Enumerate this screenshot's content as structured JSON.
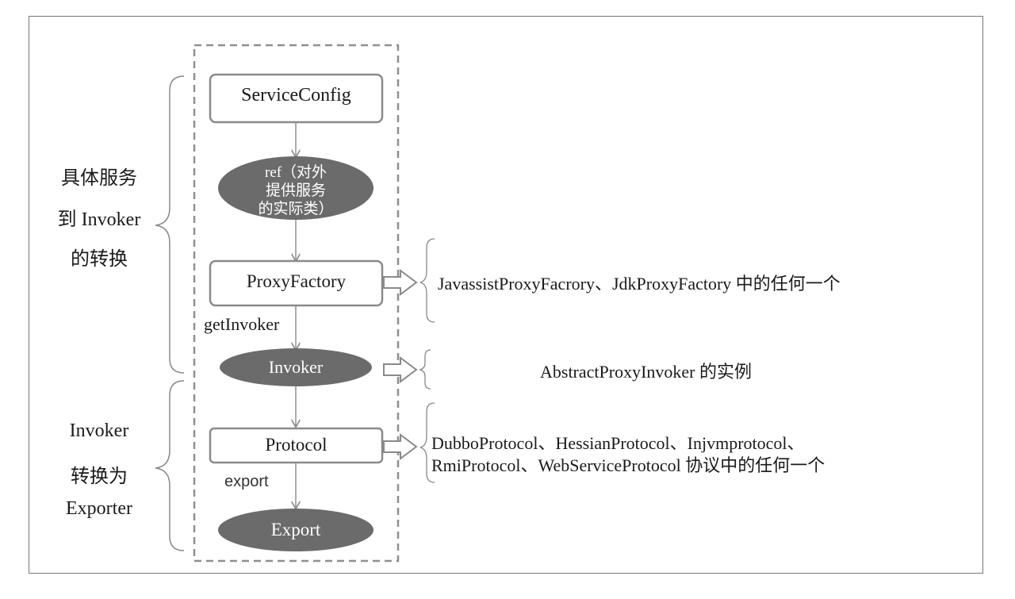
{
  "diagram": {
    "left_group": {
      "line1": "具体服务",
      "line2": "到 Invoker",
      "line3": "的转换"
    },
    "bottom_group": {
      "line1": "Invoker",
      "line2": "转换为",
      "line3": "Exporter"
    },
    "nodes": {
      "service_config": "ServiceConfig",
      "ref_line1": "ref（对外",
      "ref_line2": "提供服务",
      "ref_line3": "的实际类）",
      "proxy_factory": "ProxyFactory",
      "invoker": "Invoker",
      "protocol": "Protocol",
      "export": "Export"
    },
    "edge_labels": {
      "get_invoker": "getInvoker",
      "export": "export"
    },
    "notes": {
      "proxy_factory_note": "JavassistProxyFacrory、JdkProxyFactory 中的任何一个",
      "invoker_note": "AbstractProxyInvoker 的实例",
      "protocol_note_line1": "DubboProtocol、HessianProtocol、Injvmprotocol、",
      "protocol_note_line2": "RmiProtocol、WebServiceProtocol 协议中的任何一个"
    },
    "colors": {
      "ellipse_fill": "#6b6b6b",
      "box_stroke": "#8a8a8a",
      "dashed_stroke": "#8f8f8f"
    }
  }
}
